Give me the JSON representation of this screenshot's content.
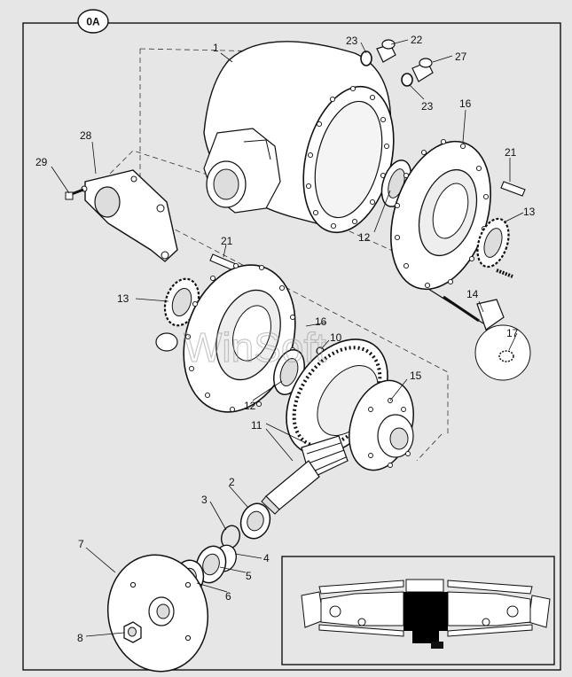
{
  "diagram": {
    "badge": "0A",
    "watermark": "WinSoft",
    "colors": {
      "background": "#e6e6e6",
      "ink": "#111111",
      "fill": "#ffffff"
    },
    "callouts": [
      {
        "id": "c1",
        "text": "1"
      },
      {
        "id": "c2",
        "text": "2"
      },
      {
        "id": "c3",
        "text": "3"
      },
      {
        "id": "c4",
        "text": "4"
      },
      {
        "id": "c5",
        "text": "5"
      },
      {
        "id": "c6",
        "text": "6"
      },
      {
        "id": "c7",
        "text": "7"
      },
      {
        "id": "c8",
        "text": "8"
      },
      {
        "id": "c10",
        "text": "10"
      },
      {
        "id": "c11",
        "text": "11"
      },
      {
        "id": "c12a",
        "text": "12"
      },
      {
        "id": "c12b",
        "text": "12"
      },
      {
        "id": "c13a",
        "text": "13"
      },
      {
        "id": "c13b",
        "text": "13"
      },
      {
        "id": "c14",
        "text": "14"
      },
      {
        "id": "c15",
        "text": "15"
      },
      {
        "id": "c16a",
        "text": "16"
      },
      {
        "id": "c16b",
        "text": "16"
      },
      {
        "id": "c17",
        "text": "17"
      },
      {
        "id": "c21a",
        "text": "21"
      },
      {
        "id": "c21b",
        "text": "21"
      },
      {
        "id": "c22",
        "text": "22"
      },
      {
        "id": "c23a",
        "text": "23"
      },
      {
        "id": "c23b",
        "text": "23"
      },
      {
        "id": "c27",
        "text": "27"
      },
      {
        "id": "c28",
        "text": "28"
      },
      {
        "id": "c29",
        "text": "29"
      }
    ]
  }
}
